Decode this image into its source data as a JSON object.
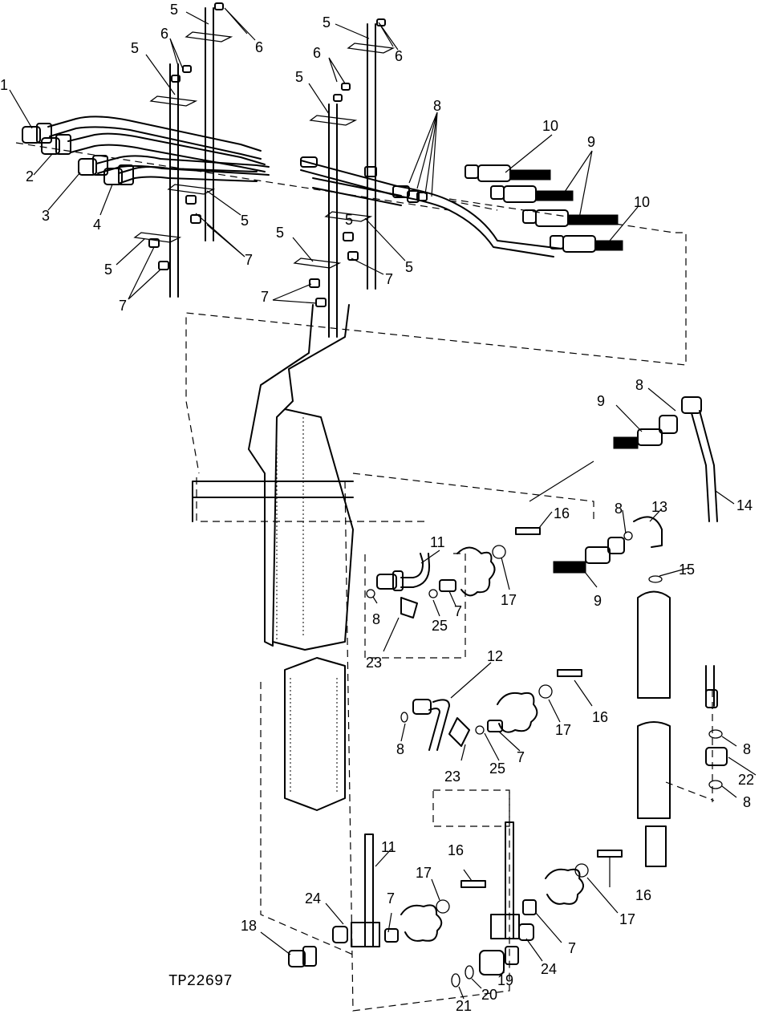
{
  "figure_id": "TP22697",
  "callouts": [
    {
      "id": "c1",
      "text": "1"
    },
    {
      "id": "c2",
      "text": "2"
    },
    {
      "id": "c3",
      "text": "3"
    },
    {
      "id": "c4",
      "text": "4"
    },
    {
      "id": "c5a",
      "text": "5"
    },
    {
      "id": "c5b",
      "text": "5"
    },
    {
      "id": "c5c",
      "text": "5"
    },
    {
      "id": "c5d",
      "text": "5"
    },
    {
      "id": "c5e",
      "text": "5"
    },
    {
      "id": "c5f",
      "text": "5"
    },
    {
      "id": "c5g",
      "text": "5"
    },
    {
      "id": "c5h",
      "text": "5"
    },
    {
      "id": "c5i",
      "text": "5"
    },
    {
      "id": "c6a",
      "text": "6"
    },
    {
      "id": "c6b",
      "text": "6"
    },
    {
      "id": "c6c",
      "text": "6"
    },
    {
      "id": "c6d",
      "text": "6"
    },
    {
      "id": "c7a",
      "text": "7"
    },
    {
      "id": "c7b",
      "text": "7"
    },
    {
      "id": "c7c",
      "text": "7"
    },
    {
      "id": "c7d",
      "text": "7"
    },
    {
      "id": "c7e",
      "text": "7"
    },
    {
      "id": "c7f",
      "text": "7"
    },
    {
      "id": "c7g",
      "text": "7"
    },
    {
      "id": "c7h",
      "text": "7"
    },
    {
      "id": "c8a",
      "text": "8"
    },
    {
      "id": "c8b",
      "text": "8"
    },
    {
      "id": "c8c",
      "text": "8"
    },
    {
      "id": "c8d",
      "text": "8"
    },
    {
      "id": "c8e",
      "text": "8"
    },
    {
      "id": "c8f",
      "text": "8"
    },
    {
      "id": "c8g",
      "text": "8"
    },
    {
      "id": "c9a",
      "text": "9"
    },
    {
      "id": "c9b",
      "text": "9"
    },
    {
      "id": "c9c",
      "text": "9"
    },
    {
      "id": "c10a",
      "text": "10"
    },
    {
      "id": "c10b",
      "text": "10"
    },
    {
      "id": "c11a",
      "text": "11"
    },
    {
      "id": "c11b",
      "text": "11"
    },
    {
      "id": "c12",
      "text": "12"
    },
    {
      "id": "c13",
      "text": "13"
    },
    {
      "id": "c14",
      "text": "14"
    },
    {
      "id": "c15",
      "text": "15"
    },
    {
      "id": "c16a",
      "text": "16"
    },
    {
      "id": "c16b",
      "text": "16"
    },
    {
      "id": "c16c",
      "text": "16"
    },
    {
      "id": "c16d",
      "text": "16"
    },
    {
      "id": "c17a",
      "text": "17"
    },
    {
      "id": "c17b",
      "text": "17"
    },
    {
      "id": "c17c",
      "text": "17"
    },
    {
      "id": "c17d",
      "text": "17"
    },
    {
      "id": "c18",
      "text": "18"
    },
    {
      "id": "c19",
      "text": "19"
    },
    {
      "id": "c20",
      "text": "20"
    },
    {
      "id": "c21",
      "text": "21"
    },
    {
      "id": "c22",
      "text": "22"
    },
    {
      "id": "c23a",
      "text": "23"
    },
    {
      "id": "c23b",
      "text": "23"
    },
    {
      "id": "c24a",
      "text": "24"
    },
    {
      "id": "c24b",
      "text": "24"
    },
    {
      "id": "c25a",
      "text": "25"
    },
    {
      "id": "c25b",
      "text": "25"
    }
  ]
}
